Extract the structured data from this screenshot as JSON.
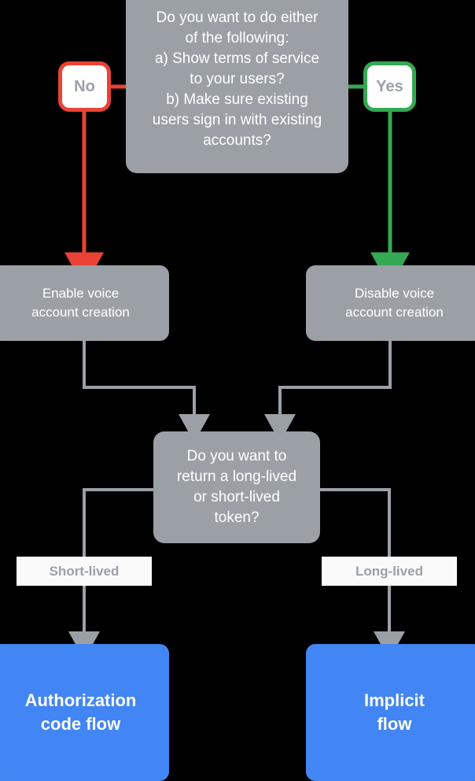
{
  "diagram": {
    "title": "Account linking decision flow",
    "colors": {
      "background": "#000000",
      "node_gray": "#9aa0a6",
      "terminal_blue": "#4285f4",
      "no_red": "#ea4335",
      "yes_green": "#34a853",
      "label_bg": "#fafafa",
      "text_white": "#ffffff"
    },
    "nodes": {
      "question_one": "Do you want to do either\nof the following:\na) Show terms of service\nto your users?\nb) Make sure existing\nusers sign in with existing\naccounts?",
      "branch_no": "No",
      "branch_yes": "Yes",
      "enable_voice": "Enable voice\naccount creation",
      "disable_voice": "Disable voice\naccount creation",
      "question_two": "Do you want to\nreturn a long-lived\nor short-lived\ntoken?",
      "label_short_lived": "Short-lived",
      "label_long_lived": "Long-lived",
      "terminal_auth_code": "Authorization\ncode flow",
      "terminal_implicit": "Implicit\nflow"
    }
  }
}
